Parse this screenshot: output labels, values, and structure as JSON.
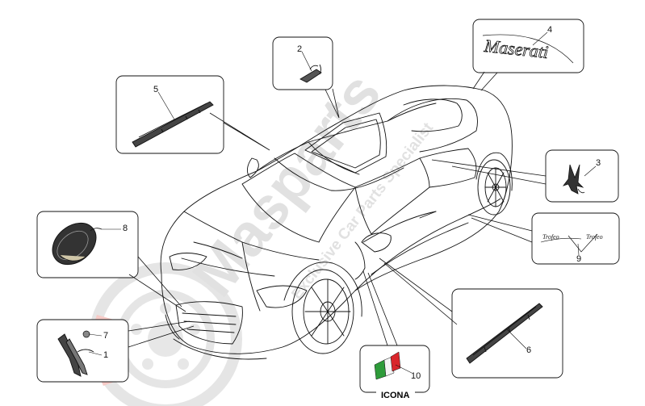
{
  "diagram": {
    "parts": [
      {
        "id": "part-1",
        "label": "1"
      },
      {
        "id": "part-2",
        "label": "2"
      },
      {
        "id": "part-3",
        "label": "3"
      },
      {
        "id": "part-4",
        "label": "4"
      },
      {
        "id": "part-5",
        "label": "5"
      },
      {
        "id": "part-6",
        "label": "6"
      },
      {
        "id": "part-7",
        "label": "7"
      },
      {
        "id": "part-8",
        "label": "8"
      },
      {
        "id": "part-9",
        "label": "9"
      },
      {
        "id": "part-10",
        "label": "10"
      }
    ],
    "icona_label": "ICONA",
    "badge_text_4": "Maserati",
    "badge_text_9": [
      "Trofeo",
      "Trofeo"
    ]
  },
  "watermark": {
    "brand": "Masparts",
    "tagline": "Exclusive Car Parts Specialist",
    "color": "#c8c8c8",
    "accent": "#e0403a"
  },
  "colors": {
    "line": "#111111",
    "flag_green": "#2e9b3a",
    "flag_red": "#d9262b"
  }
}
